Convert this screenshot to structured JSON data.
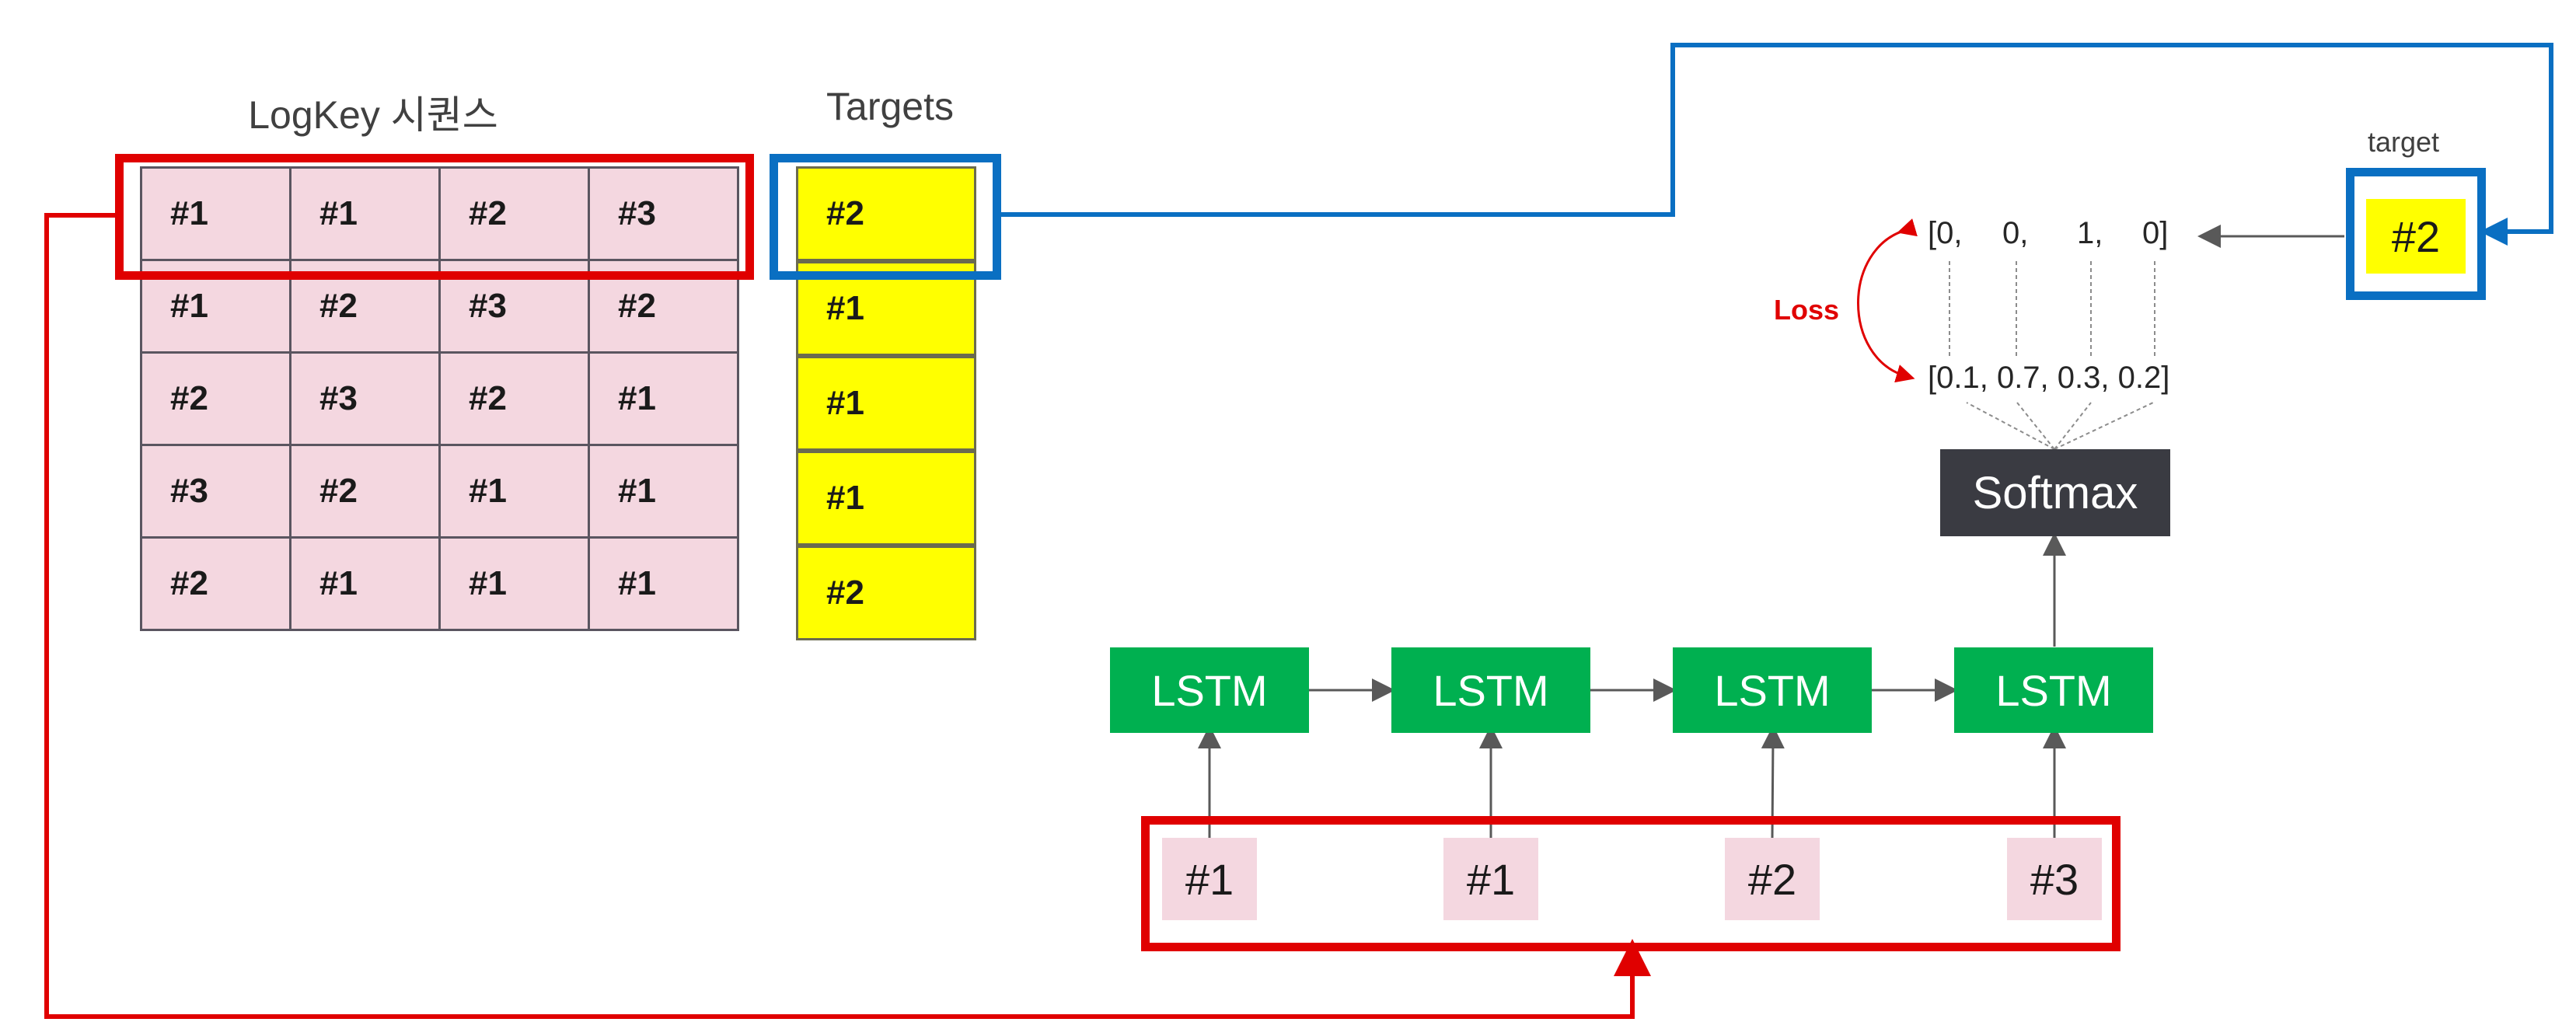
{
  "logkey_title": "LogKey 시퀀스",
  "targets_title": "Targets",
  "logkey_rows": [
    [
      "#1",
      "#1",
      "#2",
      "#3"
    ],
    [
      "#1",
      "#2",
      "#3",
      "#2"
    ],
    [
      "#2",
      "#3",
      "#2",
      "#1"
    ],
    [
      "#3",
      "#2",
      "#1",
      "#1"
    ],
    [
      "#2",
      "#1",
      "#1",
      "#1"
    ]
  ],
  "targets": [
    "#2",
    "#1",
    "#1",
    "#1",
    "#2"
  ],
  "lstm_label": "LSTM",
  "softmax_label": "Softmax",
  "inputs": [
    "#1",
    "#1",
    "#2",
    "#3"
  ],
  "target_label": "target",
  "target_value": "#2",
  "onehot": [
    "[0,",
    "0,",
    "1,",
    "0]"
  ],
  "prediction": "[0.1, 0.7, 0.3, 0.2]",
  "loss_label": "Loss",
  "colors": {
    "highlight_red": "#e00000",
    "highlight_blue": "#0a6fc2",
    "cell_pink": "#f4d7e0",
    "target_yellow": "#ffff00",
    "lstm_green": "#00b050",
    "softmax_dark": "#3a3b42"
  }
}
